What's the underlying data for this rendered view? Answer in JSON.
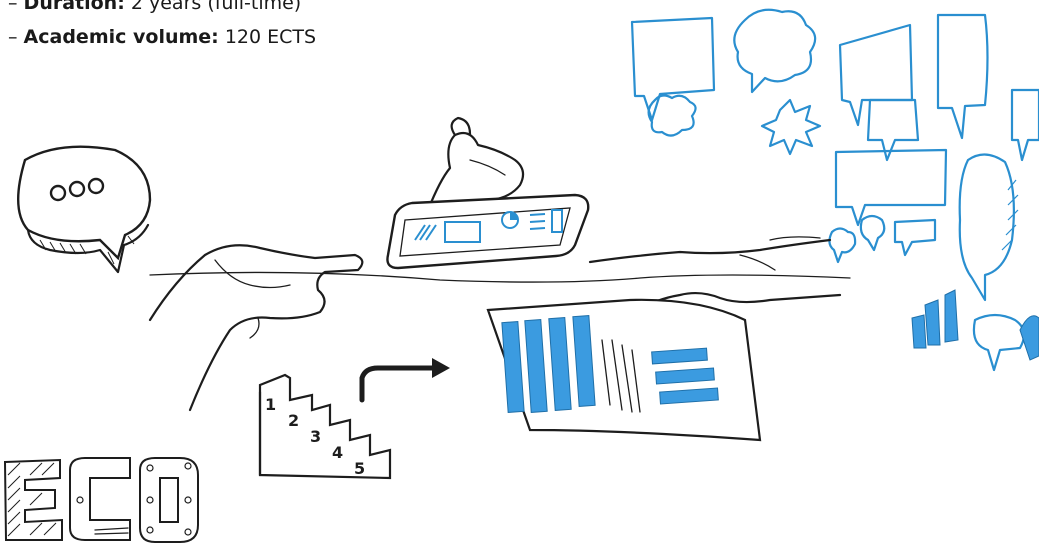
{
  "programme_facts": [
    {
      "dash": "–",
      "label": "Duration:",
      "value": "2 years (full-time)"
    },
    {
      "dash": "–",
      "label": "Academic volume:",
      "value": "120 ECTS"
    }
  ],
  "stair_numbers": [
    "1",
    "2",
    "3",
    "4",
    "5"
  ],
  "logo_letters": [
    "E",
    "C",
    "O"
  ],
  "colors": {
    "ink": "#1d1d1d",
    "accent_blue": "#2a8fd0",
    "background": "#ffffff"
  },
  "icons": [
    "chat-bubble-ellipsis-icon",
    "speech-bubbles-cluster-icon",
    "tablet-icon",
    "document-bar-chart-icon",
    "stairs-icon",
    "arrow-right-icon",
    "hand-icon"
  ]
}
